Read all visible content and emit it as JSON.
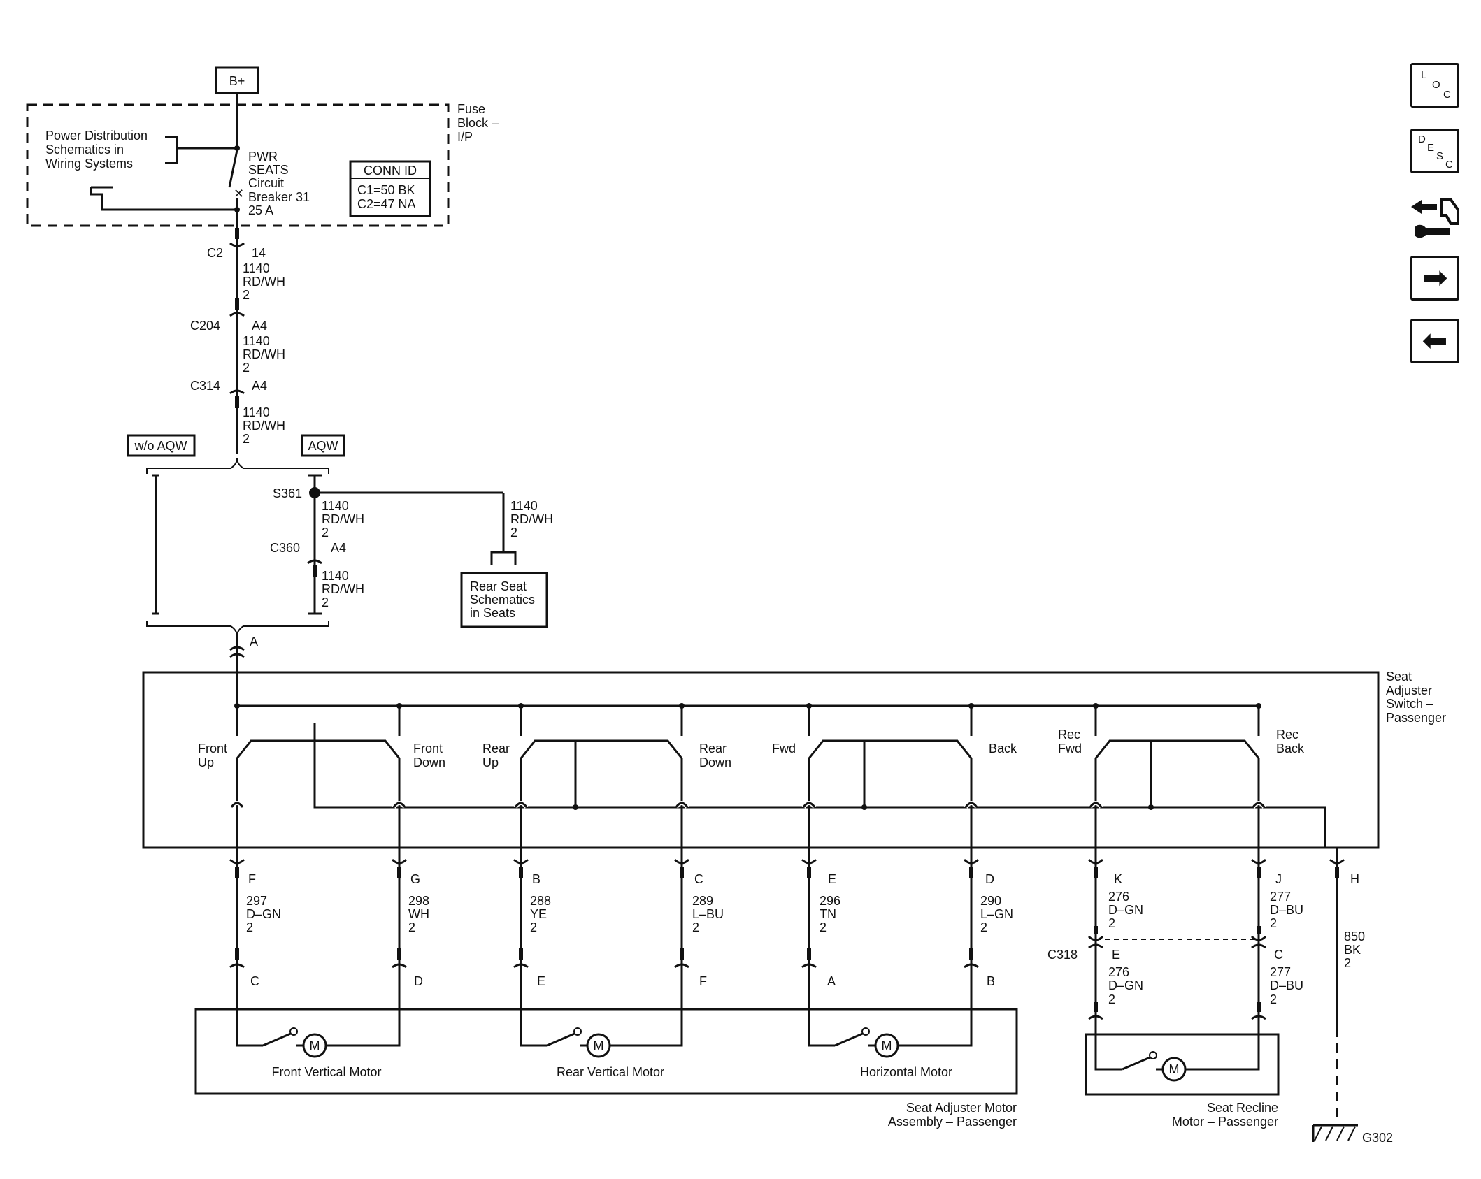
{
  "power": {
    "source": "B+"
  },
  "fuse_block": {
    "label_lines": [
      "Fuse",
      "Block –",
      "I/P"
    ],
    "power_dist_ref": [
      "Power Distribution",
      "Schematics in",
      "Wiring Systems"
    ],
    "breaker": [
      "PWR",
      "SEATS",
      "Circuit",
      "Breaker 31",
      "25 A"
    ],
    "conn_id_title": "CONN ID",
    "conn_id_rows": [
      "C1=50 BK",
      "C2=47 NA"
    ]
  },
  "feed": {
    "c2": {
      "conn": "C2",
      "pin": "14",
      "circuit": "1140",
      "color": "RD/WH",
      "size": "2"
    },
    "c204": {
      "conn": "C204",
      "pin": "A4",
      "circuit": "1140",
      "color": "RD/WH",
      "size": "2"
    },
    "c314": {
      "conn": "C314",
      "pin": "A4",
      "circuit": "1140",
      "color": "RD/WH",
      "size": "2"
    }
  },
  "options": {
    "without": "w/o AQW",
    "with": "AQW"
  },
  "aqw": {
    "splice": "S361",
    "branch": {
      "circuit": "1140",
      "color": "RD/WH",
      "size": "2"
    },
    "down": {
      "circuit": "1140",
      "color": "RD/WH",
      "size": "2"
    },
    "c360": {
      "conn": "C360",
      "pin": "A4",
      "circuit": "1140",
      "color": "RD/WH",
      "size": "2"
    },
    "rear_seat_ref": [
      "Rear Seat",
      "Schematics",
      "in Seats"
    ]
  },
  "switch": {
    "input_pin": "A",
    "name_lines": [
      "Seat",
      "Adjuster",
      "Switch –",
      "Passenger"
    ],
    "contacts": [
      [
        "Front",
        "Up"
      ],
      [
        "Front",
        "Down"
      ],
      [
        "Rear",
        "Up"
      ],
      [
        "Rear",
        "Down"
      ],
      [
        "Fwd"
      ],
      [
        "Back"
      ],
      [
        "Rec",
        "Fwd"
      ],
      [
        "Rec",
        "Back"
      ]
    ]
  },
  "outputs": [
    {
      "pin": "F",
      "circuit": "297",
      "color": "D–GN",
      "size": "2",
      "motor_pin": "C"
    },
    {
      "pin": "G",
      "circuit": "298",
      "color": "WH",
      "size": "2",
      "motor_pin": "D"
    },
    {
      "pin": "B",
      "circuit": "288",
      "color": "YE",
      "size": "2",
      "motor_pin": "E"
    },
    {
      "pin": "C",
      "circuit": "289",
      "color": "L–BU",
      "size": "2",
      "motor_pin": "F"
    },
    {
      "pin": "E",
      "circuit": "296",
      "color": "TN",
      "size": "2",
      "motor_pin": "A"
    },
    {
      "pin": "D",
      "circuit": "290",
      "color": "L–GN",
      "size": "2",
      "motor_pin": "B"
    }
  ],
  "recline": [
    {
      "pin": "K",
      "circuit": "276",
      "color": "D–GN",
      "size": "2",
      "c318_pin": "E",
      "circuit2": "276",
      "color2": "D–GN",
      "size2": "2"
    },
    {
      "pin": "J",
      "circuit": "277",
      "color": "D–BU",
      "size": "2",
      "c318_pin": "C",
      "circuit2": "277",
      "color2": "D–BU",
      "size2": "2"
    }
  ],
  "c318": "C318",
  "ground": {
    "pin": "H",
    "circuit": "850",
    "color": "BK",
    "size": "2",
    "point": "G302"
  },
  "motor_symbol": "M",
  "motors": [
    "Front Vertical Motor",
    "Rear Vertical Motor",
    "Horizontal Motor"
  ],
  "motor_assembly": [
    "Seat Adjuster Motor",
    "Assembly – Passenger"
  ],
  "recline_motor": [
    "Seat Recline",
    "Motor – Passenger"
  ],
  "nav": {
    "loc": [
      "L",
      "O",
      "C"
    ],
    "desc": [
      "D",
      "E",
      "S",
      "C"
    ],
    "next_icon": "right-arrow-icon",
    "prev_icon": "left-arrow-icon",
    "component_icon": "component-swap-icon"
  }
}
